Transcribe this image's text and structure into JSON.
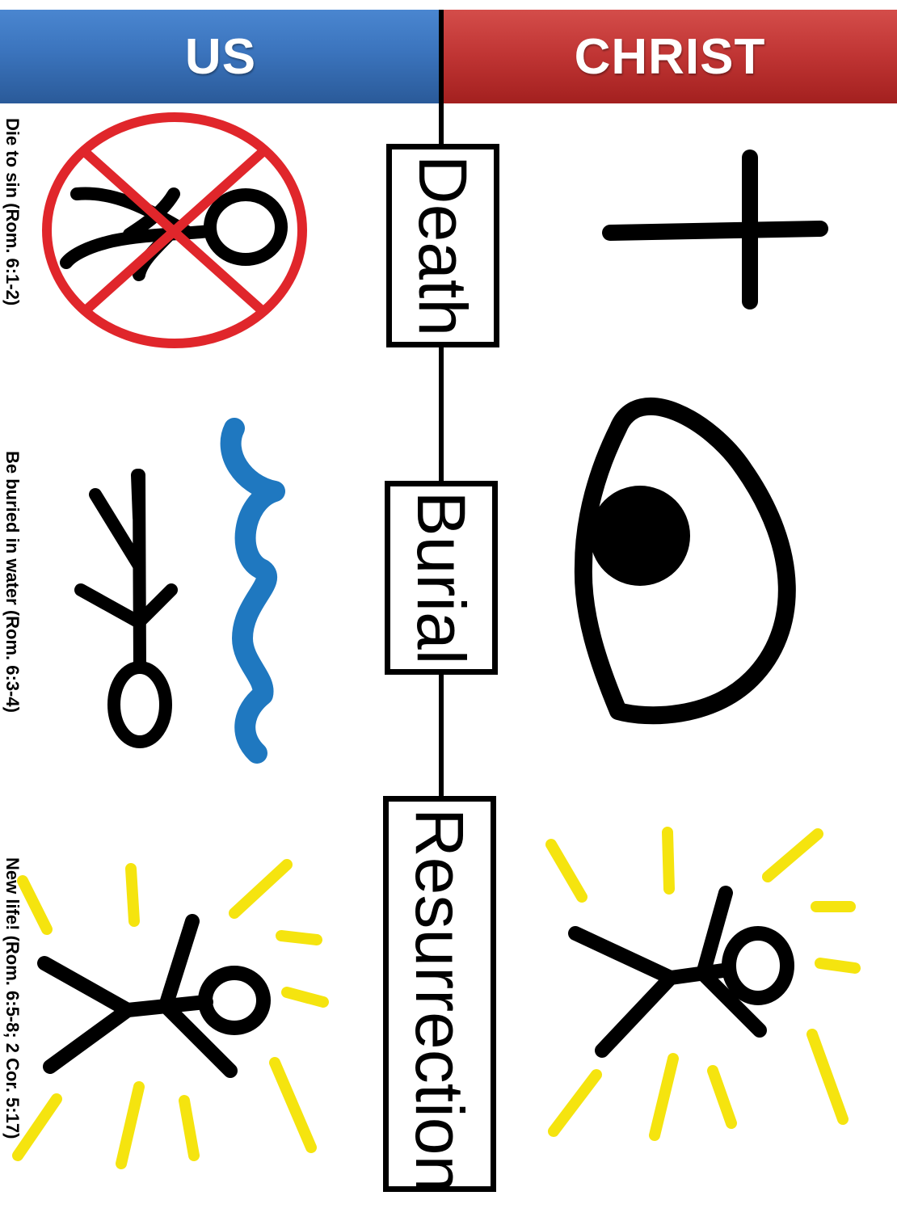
{
  "headers": {
    "left": "US",
    "right": "CHRIST"
  },
  "stages": [
    {
      "label": "Death"
    },
    {
      "label": "Burial"
    },
    {
      "label": "Resurrection"
    }
  ],
  "captions": [
    {
      "text": "Die to sin (Rom. 6:1-2)"
    },
    {
      "text": "Be buried in water (Rom. 6:3-4)"
    },
    {
      "text": "New life! (Rom. 6:5-8; 2 Cor. 5:17)"
    }
  ],
  "colors": {
    "us_header": "#3b74bd",
    "christ_header": "#bf3433",
    "no_symbol": "#e0262b",
    "water": "#1f78c0",
    "rays": "#f5e40f"
  },
  "icons": {
    "christ_death": "cross-icon",
    "christ_burial": "tomb-icon",
    "christ_resurrection": "risen-figure-icon",
    "us_death": "crossed-out-figure-icon",
    "us_burial": "figure-in-water-icon",
    "us_resurrection": "new-life-figure-icon"
  }
}
